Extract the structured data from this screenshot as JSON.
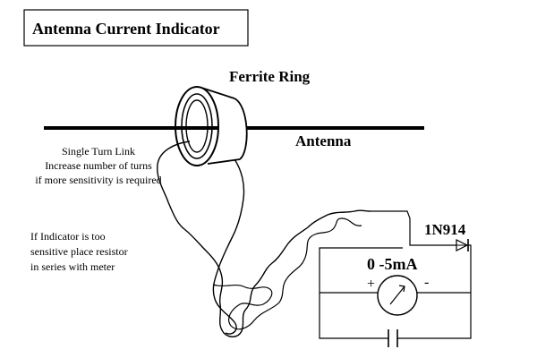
{
  "title": "Antenna Current Indicator",
  "labels": {
    "ferrite_ring": "Ferrite Ring",
    "antenna": "Antenna",
    "diode": "1N914",
    "meter_range": "0 -5mA",
    "plus": "+",
    "minus": "-"
  },
  "notes": {
    "link": [
      "Single Turn Link",
      "Increase number of turns",
      "if more sensitivity is required"
    ],
    "resistor": [
      "If Indicator is too",
      "sensitive place resistor",
      "in series with meter"
    ]
  }
}
